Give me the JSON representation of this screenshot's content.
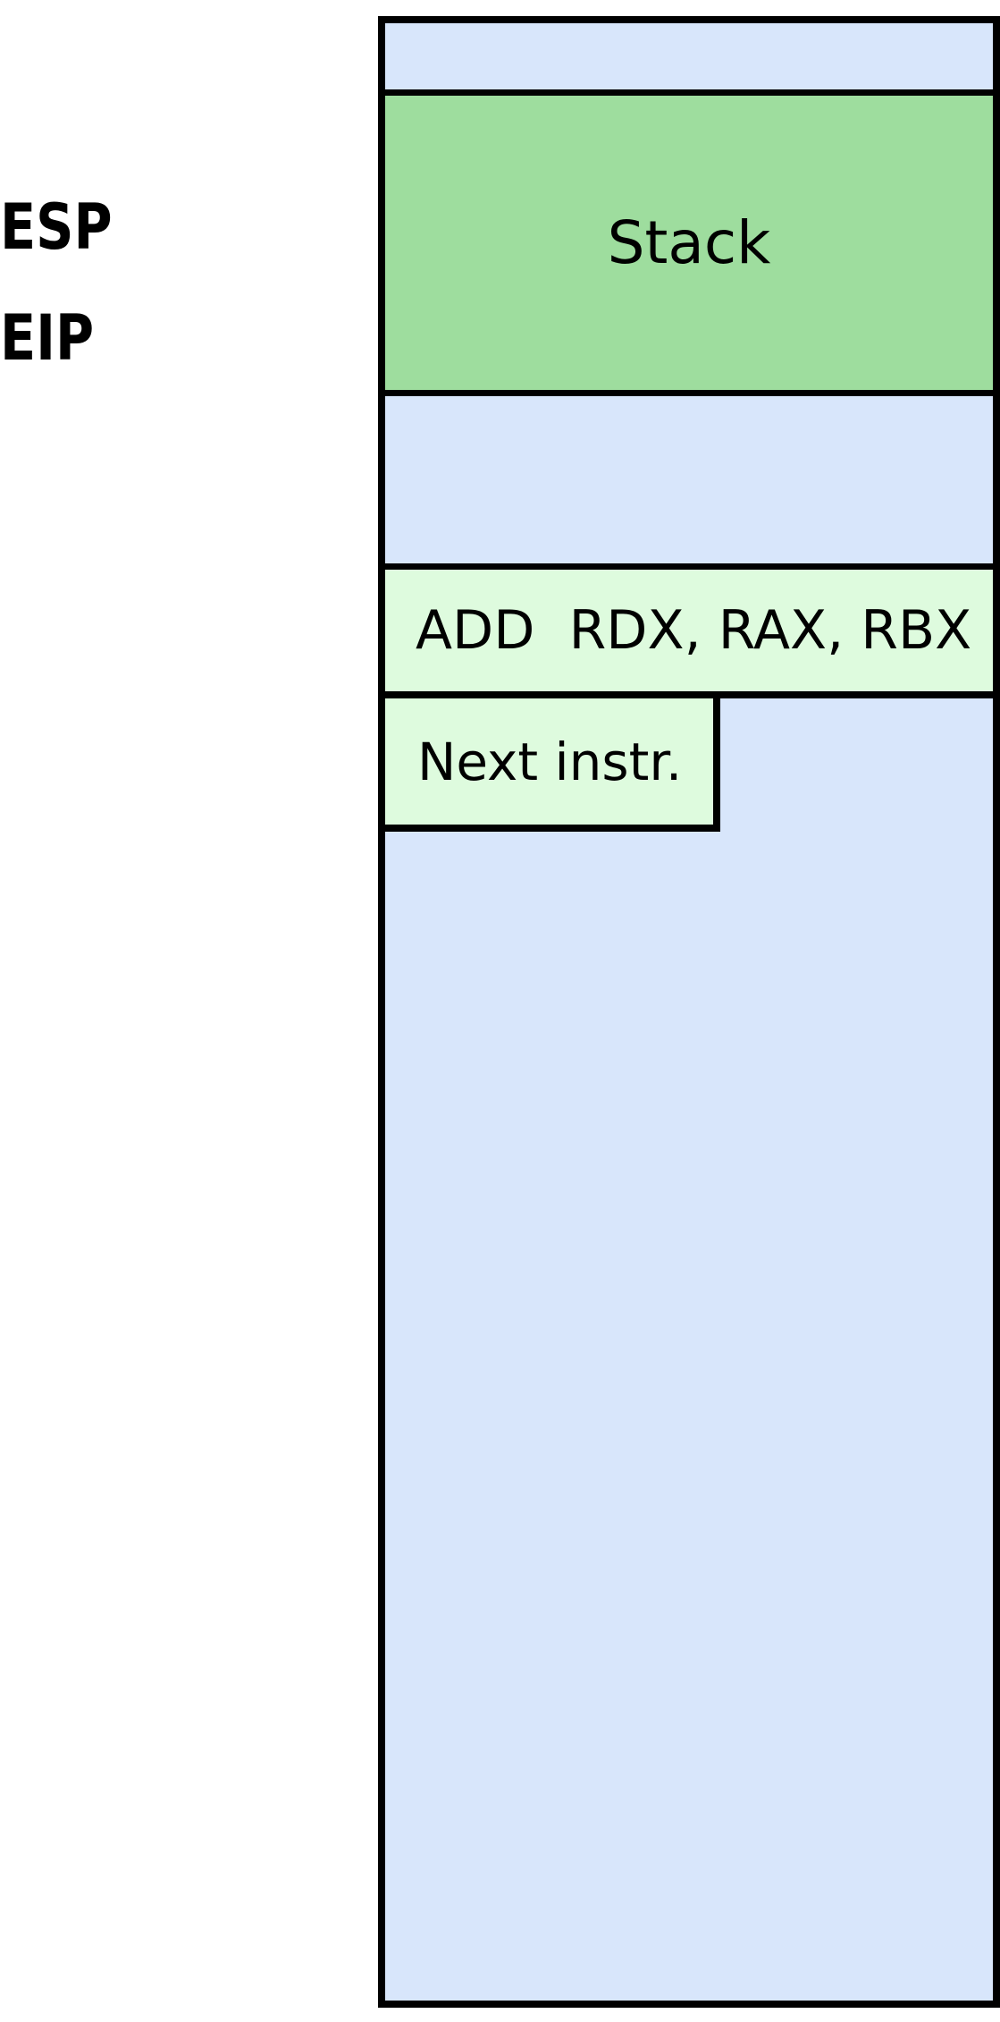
{
  "registers": {
    "esp_label": "ESP",
    "eip_label": "EIP"
  },
  "memory_column": {
    "stack_label": "Stack",
    "current_instruction": "ADD  RDX, RAX, RBX",
    "next_instruction": "Next instr."
  },
  "colors": {
    "stack_fill": "#9edd9e",
    "instruction_fill": "#defbde",
    "memory_fill": "#d8e6fb",
    "border": "#000000",
    "text": "#000000",
    "background": "#ffffff"
  }
}
